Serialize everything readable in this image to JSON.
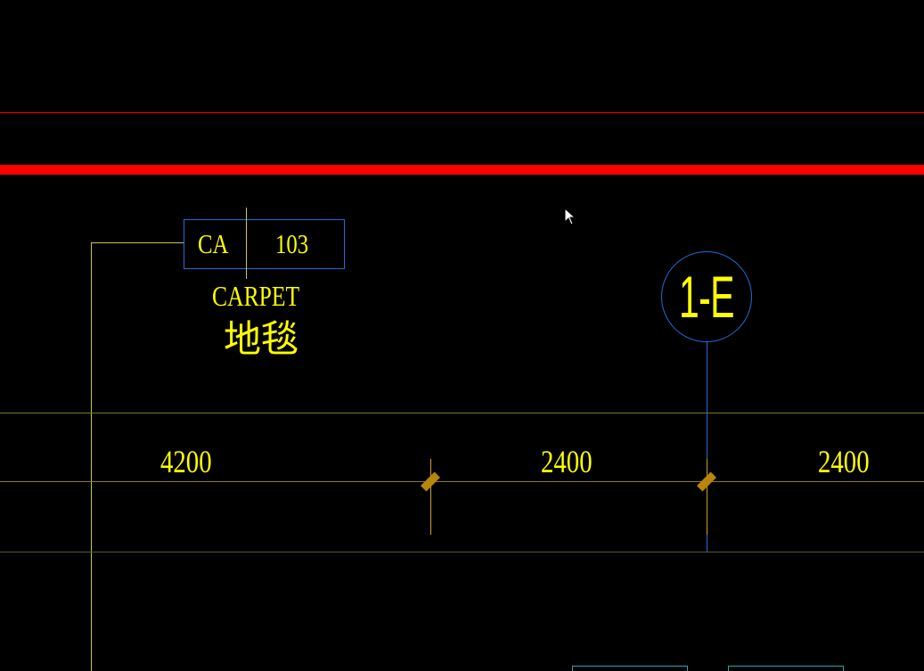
{
  "drawing": {
    "background": "#000000",
    "colors": {
      "text": "#ffff00",
      "red_line": "#ff0000",
      "olive_line": "#7a7a2a",
      "grid_blue": "#1e6fd9",
      "tick_mark": "#b8860b",
      "tag_box": "#1e6fd9",
      "cyan_box": "#2aa7a7"
    },
    "material_tag": {
      "code": "CA",
      "number": "103",
      "name_en": "CARPET",
      "name_zh": "地毯"
    },
    "grid_bubble": {
      "label": "1-E"
    },
    "dimensions": [
      {
        "value": "4200"
      },
      {
        "value": "2400"
      },
      {
        "value": "2400"
      }
    ],
    "cursor": {
      "icon": "arrow-cursor-icon"
    }
  }
}
